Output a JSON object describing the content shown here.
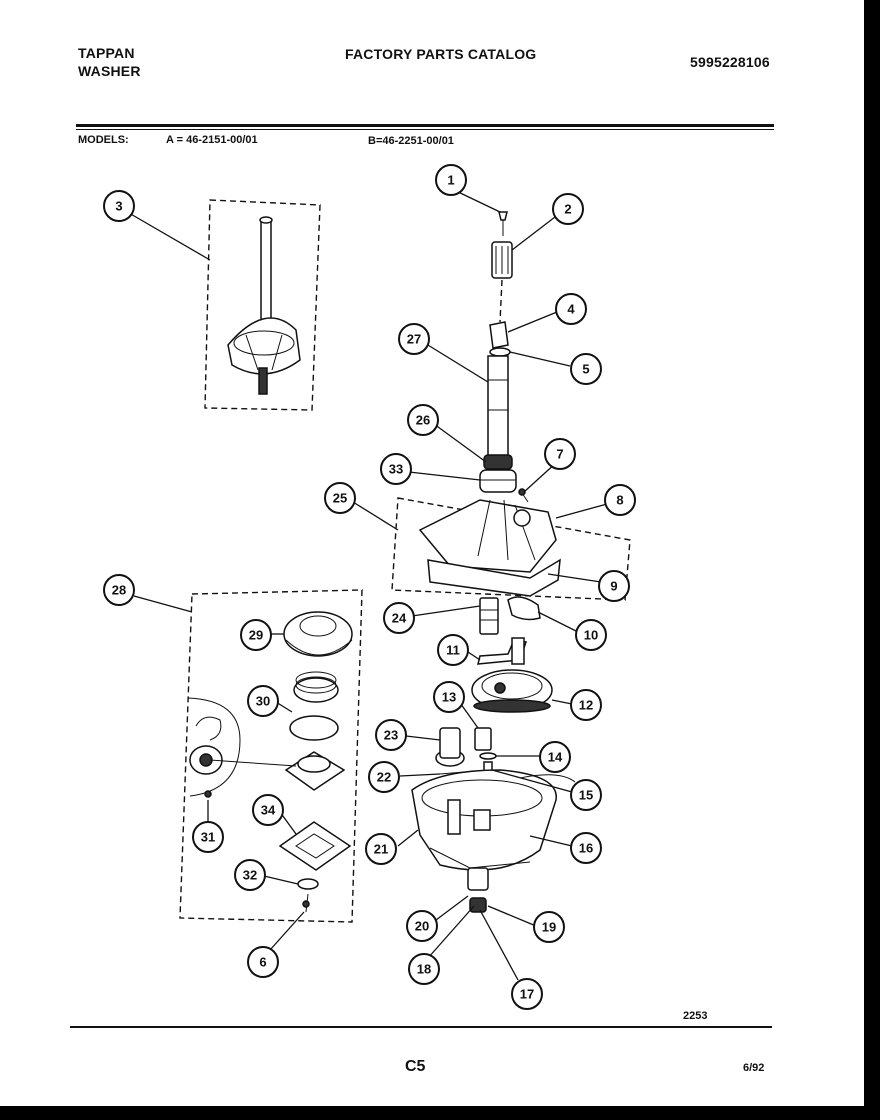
{
  "header": {
    "brand_line1": "TAPPAN",
    "brand_line2": "WASHER",
    "catalog_title": "FACTORY PARTS CATALOG",
    "catalog_number": "5995228106"
  },
  "models": {
    "label": "MODELS:",
    "model_a": "A = 46-2151-00/01",
    "model_b": "B=46-2251-00/01"
  },
  "callouts": [
    "1",
    "2",
    "3",
    "4",
    "5",
    "6",
    "7",
    "8",
    "9",
    "10",
    "11",
    "12",
    "13",
    "14",
    "15",
    "16",
    "17",
    "18",
    "19",
    "20",
    "21",
    "22",
    "23",
    "24",
    "25",
    "26",
    "27",
    "28",
    "29",
    "30",
    "31",
    "32",
    "33",
    "34"
  ],
  "footer": {
    "diagram_number": "2253",
    "page_code": "C5",
    "date_code": "6/92"
  }
}
